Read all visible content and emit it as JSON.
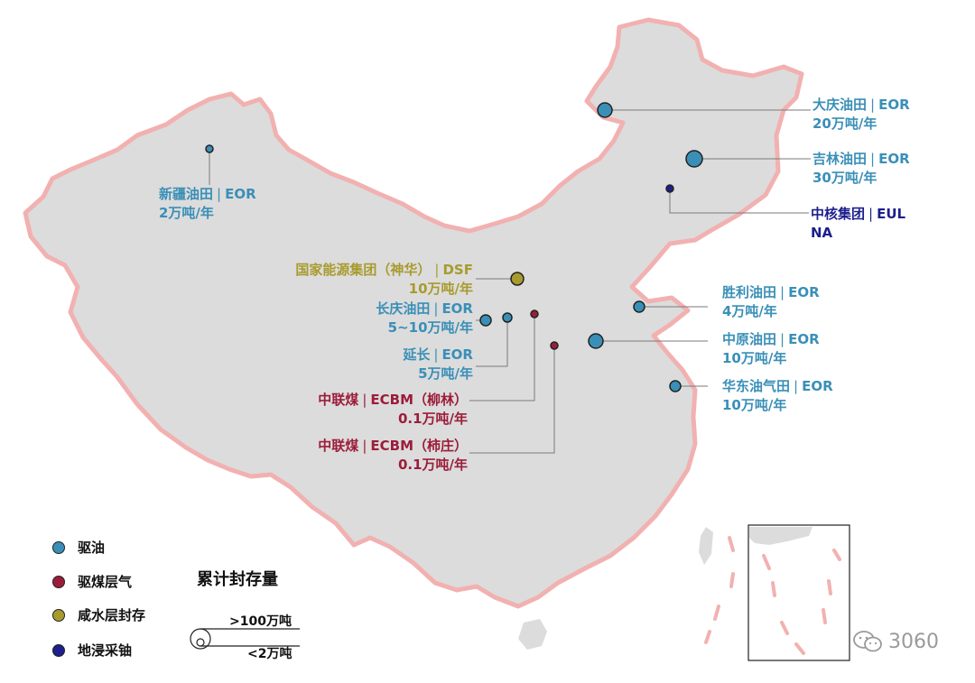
{
  "colors": {
    "eor": "#3a8fb7",
    "ecbm": "#9c1d3a",
    "dsf": "#a89b2e",
    "eul": "#1c1f8c",
    "land": "#dcdcdc",
    "border": "#f2b1b1"
  },
  "projects": [
    {
      "name": "大庆油田",
      "method": "EOR",
      "amount": "20万吨/年",
      "category": "eor"
    },
    {
      "name": "吉林油田",
      "method": "EOR",
      "amount": "30万吨/年",
      "category": "eor"
    },
    {
      "name": "中核集团",
      "method": "EUL",
      "amount": "NA",
      "category": "eul"
    },
    {
      "name": "新疆油田",
      "method": "EOR",
      "amount": "2万吨/年",
      "category": "eor"
    },
    {
      "name": "国家能源集团（神华）",
      "method": "DSF",
      "amount": "10万吨/年",
      "category": "dsf"
    },
    {
      "name": "长庆油田",
      "method": "EOR",
      "amount": "5~10万吨/年",
      "category": "eor"
    },
    {
      "name": "延长",
      "method": "EOR",
      "amount": "5万吨/年",
      "category": "eor"
    },
    {
      "name": "中联煤",
      "method": "ECBM（柳林）",
      "amount": "0.1万吨/年",
      "category": "ecbm"
    },
    {
      "name": "中联煤",
      "method": "ECBM（柿庄）",
      "amount": "0.1万吨/年",
      "category": "ecbm"
    },
    {
      "name": "胜利油田",
      "method": "EOR",
      "amount": "4万吨/年",
      "category": "eor"
    },
    {
      "name": "中原油田",
      "method": "EOR",
      "amount": "10万吨/年",
      "category": "eor"
    },
    {
      "name": "华东油气田",
      "method": "EOR",
      "amount": "10万吨/年",
      "category": "eor"
    }
  ],
  "legend": {
    "items": [
      {
        "label": "驱油",
        "category": "eor"
      },
      {
        "label": "驱煤层气",
        "category": "ecbm"
      },
      {
        "label": "咸水层封存",
        "category": "dsf"
      },
      {
        "label": "地浸采铀",
        "category": "eul"
      }
    ],
    "size_title": "累计封存量",
    "size_large": ">100万吨",
    "size_small": "<2万吨"
  },
  "separator": "|",
  "watermark": "3060"
}
